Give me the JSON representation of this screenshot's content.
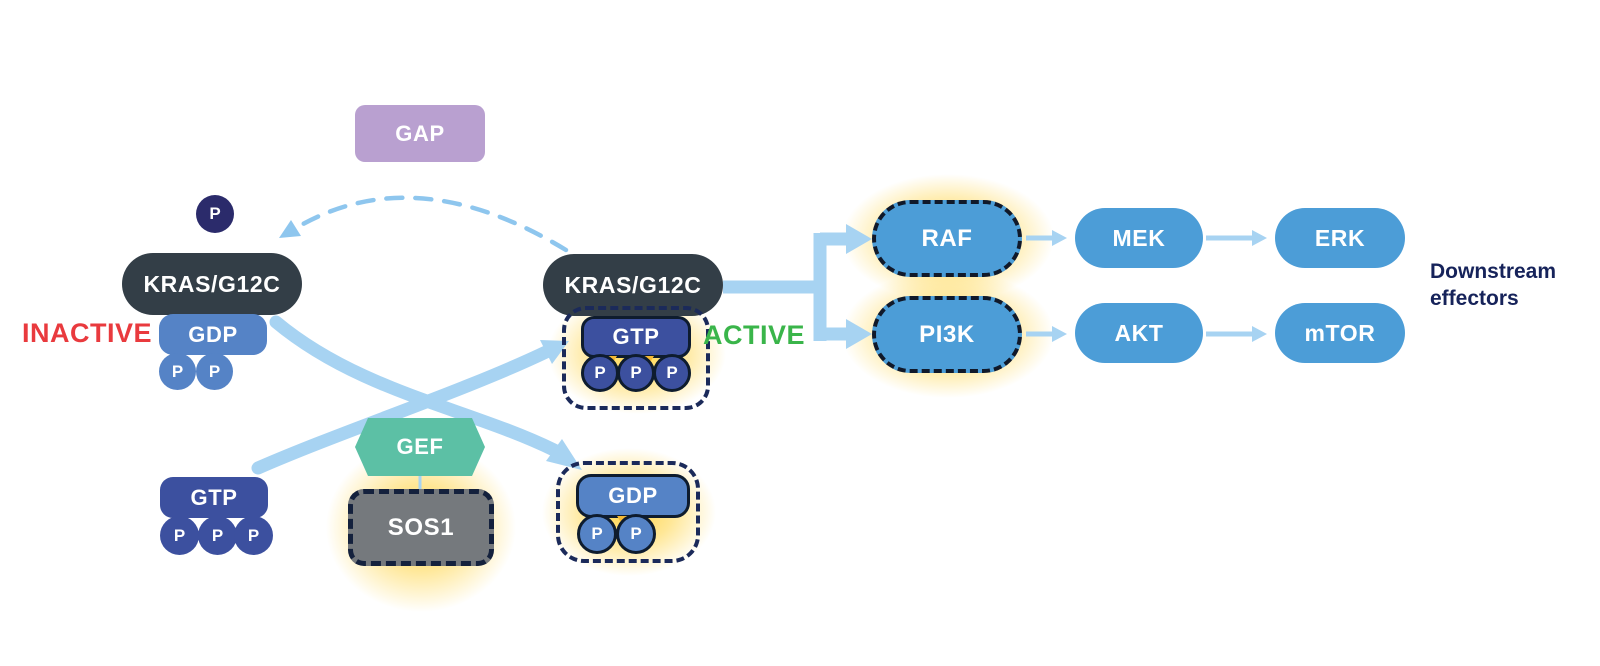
{
  "labels": {
    "p": "P"
  },
  "gap": {
    "label": "GAP"
  },
  "gef": {
    "label": "GEF"
  },
  "sos1": {
    "label": "SOS1"
  },
  "inactive_complex": {
    "kras": "KRAS/G12C",
    "nucleotide": "GDP",
    "status": "INACTIVE",
    "phosphate_count": 2
  },
  "active_complex": {
    "kras": "KRAS/G12C",
    "nucleotide": "GTP",
    "status": "ACTIVE",
    "phosphate_count": 3
  },
  "free_gtp": {
    "label": "GTP",
    "phosphate_count": 3
  },
  "released_gdp": {
    "label": "GDP",
    "phosphate_count": 2
  },
  "effectors": {
    "raf": "RAF",
    "mek": "MEK",
    "erk": "ERK",
    "pi3k": "PI3K",
    "akt": "AKT",
    "mtor": "mTOR",
    "caption_line1": "Downstream",
    "caption_line2": "effectors"
  },
  "colors": {
    "background": "#ffffff",
    "dark_pill": "#333e47",
    "royal_blue": "#3c509f",
    "medium_blue": "#5583c6",
    "sky_blue": "#4c9dd7",
    "lavender": "#b9a0d0",
    "teal": "#5cc0a5",
    "gray": "#75797d",
    "arrow_blue": "#a7d3f2",
    "dashed_arc_blue": "#8ec6ee",
    "glow_yellow": "#ffd54a",
    "inactive_red": "#e93a3e",
    "active_green": "#3ab54a",
    "navy_text": "#16235a",
    "dashed_outline_navy": "#1b2a5a",
    "phosphate_dark": "#2b2b6b",
    "wedge_gold": "#f5b935"
  }
}
